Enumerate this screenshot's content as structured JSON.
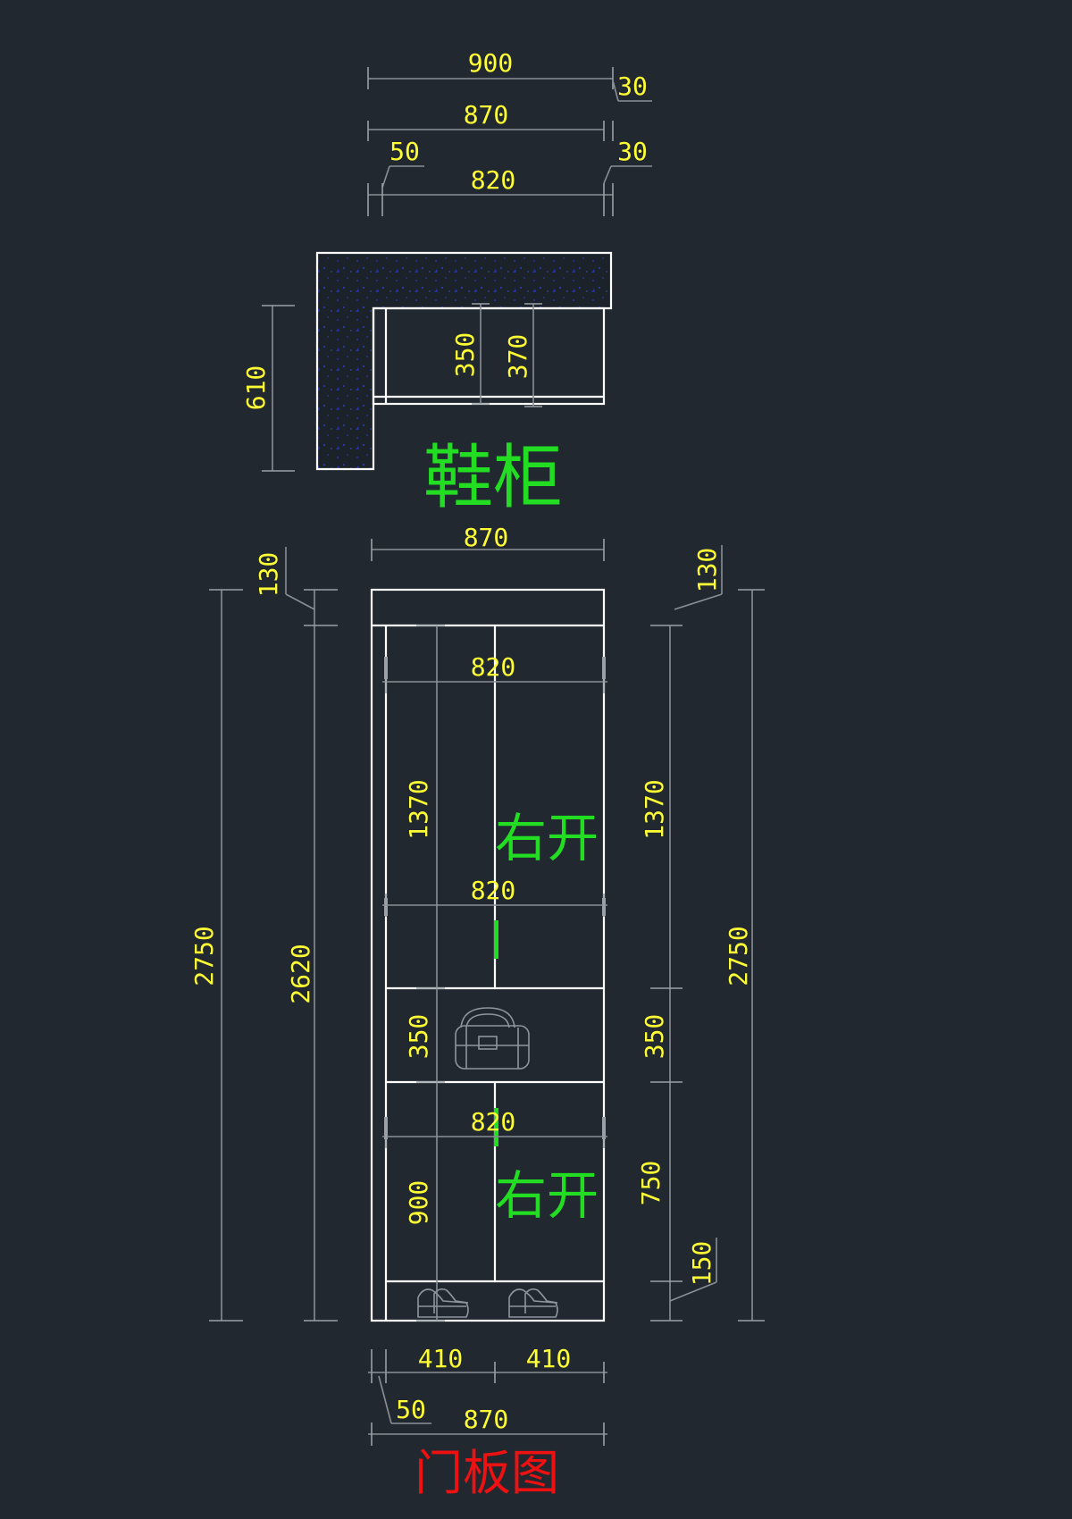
{
  "colors": {
    "background": "#212830",
    "dimension_text": "#ffff33",
    "title_text": "#22dd22",
    "label_text": "#22dd22",
    "elevation_title": "#ee1111",
    "outline": "#ffffff",
    "dimension_line": "#8a8f96",
    "hatch": "#2233aa"
  },
  "plan": {
    "title": "鞋柜",
    "top_dims": {
      "total": "900",
      "overhang_right_top": "30",
      "mid": "870",
      "left_offset": "50",
      "inner": "820",
      "overhang_right_bottom": "30"
    },
    "depth": "610",
    "inner_depth_a": "350",
    "inner_depth_b": "370"
  },
  "elevation": {
    "title": "门板图",
    "top_width": "870",
    "top_band": "130",
    "top_band_right": "130",
    "overall_height_left": "2750",
    "overall_height_right": "2750",
    "carcass_height": "2620",
    "width_upper": "820",
    "width_mid": "820",
    "width_lower": "820",
    "upper_door_height_left": "1370",
    "upper_door_height_right": "1370",
    "open_shelf_left": "350",
    "open_shelf_right": "350",
    "lower_door_height_left": "900",
    "lower_door_height_right": "750",
    "plinth": "150",
    "door_open_upper": "右开",
    "door_open_lower": "右开",
    "bottom_door_left": "410",
    "bottom_door_right": "410",
    "bottom_side": "50",
    "bottom_total": "870"
  },
  "icons": [
    "handbag-icon",
    "shoes-icon"
  ]
}
